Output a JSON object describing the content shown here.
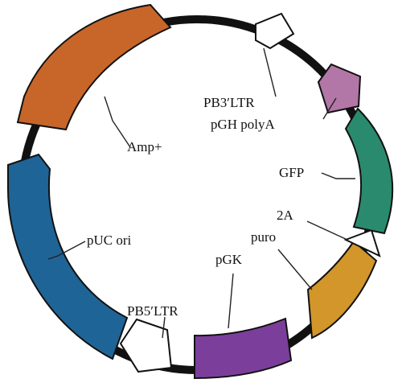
{
  "plasmid": {
    "features": [
      {
        "key": "amp",
        "label": "Amp+",
        "color": "#c8662a",
        "kind": "gene"
      },
      {
        "key": "puc",
        "label": "pUC ori",
        "color": "#1f6496",
        "kind": "gene"
      },
      {
        "key": "pb5",
        "label": "PB5′LTR",
        "color": "#ffffff",
        "kind": "ltr"
      },
      {
        "key": "pgk",
        "label": "pGK",
        "color": "#7b3f9b",
        "kind": "promoter"
      },
      {
        "key": "puro",
        "label": "puro",
        "color": "#d2962a",
        "kind": "gene"
      },
      {
        "key": "t2a",
        "label": "2A",
        "color": "#ffffff",
        "kind": "peptide"
      },
      {
        "key": "gfp",
        "label": "GFP",
        "color": "#2a8a6e",
        "kind": "gene"
      },
      {
        "key": "polya",
        "label": "pGH polyA",
        "color": "#b277a6",
        "kind": "polyA"
      },
      {
        "key": "pb3",
        "label": "PB3′LTR",
        "color": "#ffffff",
        "kind": "ltr"
      }
    ]
  }
}
